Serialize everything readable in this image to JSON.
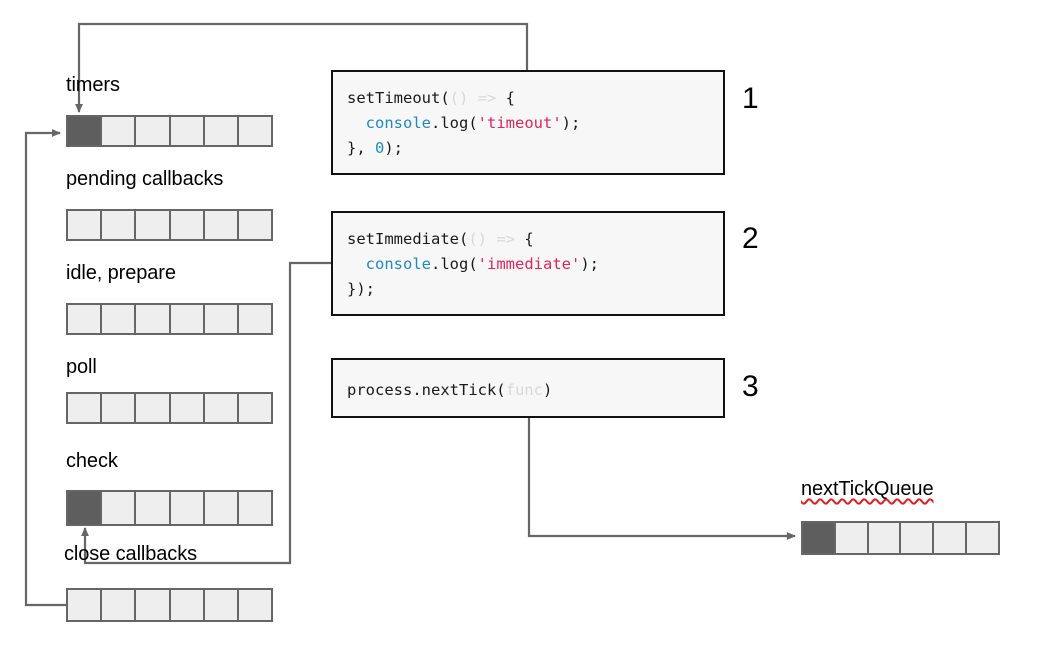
{
  "diagram": {
    "title": "Node.js event loop phases and callback queues",
    "colors": {
      "queue_border": "#666666",
      "queue_empty": "#eeeeee",
      "queue_filled": "#5e5e5e",
      "code_box_border": "#111111",
      "code_box_bg": "#f7f7f7",
      "wire": "#666666",
      "string_color": "#e0245e",
      "identifier_color": "#1f8ac0",
      "faint_color": "#d8d8d8",
      "spellcheck_underline": "#e02020"
    }
  },
  "phases": [
    {
      "label": "timers",
      "cells": 6,
      "filled": [
        0
      ]
    },
    {
      "label": "pending callbacks",
      "cells": 6,
      "filled": []
    },
    {
      "label": "idle, prepare",
      "cells": 6,
      "filled": []
    },
    {
      "label": "poll",
      "cells": 6,
      "filled": []
    },
    {
      "label": "check",
      "cells": 6,
      "filled": [
        0
      ]
    },
    {
      "label": "close callbacks",
      "cells": 6,
      "filled": []
    }
  ],
  "next_tick_queue": {
    "label": "nextTickQueue",
    "spellchecked": true,
    "cells": 6,
    "filled": [
      0
    ]
  },
  "code_boxes": [
    {
      "step": "1",
      "name": "set-timeout",
      "lines": [
        [
          {
            "t": "setTimeout(",
            "c": "plain"
          },
          {
            "t": "() => ",
            "c": "faint"
          },
          {
            "t": "{",
            "c": "plain"
          }
        ],
        [
          {
            "t": "  ",
            "c": "plain"
          },
          {
            "t": "console",
            "c": "ident"
          },
          {
            "t": ".log(",
            "c": "plain"
          },
          {
            "t": "'timeout'",
            "c": "string"
          },
          {
            "t": ");",
            "c": "plain"
          }
        ],
        [
          {
            "t": "}, ",
            "c": "plain"
          },
          {
            "t": "0",
            "c": "num"
          },
          {
            "t": ");",
            "c": "plain"
          }
        ]
      ]
    },
    {
      "step": "2",
      "name": "set-immediate",
      "lines": [
        [
          {
            "t": "setImmediate(",
            "c": "plain"
          },
          {
            "t": "() => ",
            "c": "faint"
          },
          {
            "t": "{",
            "c": "plain"
          }
        ],
        [
          {
            "t": "  ",
            "c": "plain"
          },
          {
            "t": "console",
            "c": "ident"
          },
          {
            "t": ".log(",
            "c": "plain"
          },
          {
            "t": "'immediate'",
            "c": "string"
          },
          {
            "t": ");",
            "c": "plain"
          }
        ],
        [
          {
            "t": "});",
            "c": "plain"
          }
        ]
      ]
    },
    {
      "step": "3",
      "name": "process-next-tick",
      "lines": [
        [
          {
            "t": "process.nextTick(",
            "c": "plain"
          },
          {
            "t": "func",
            "c": "faint"
          },
          {
            "t": ")",
            "c": "plain"
          }
        ]
      ]
    }
  ]
}
